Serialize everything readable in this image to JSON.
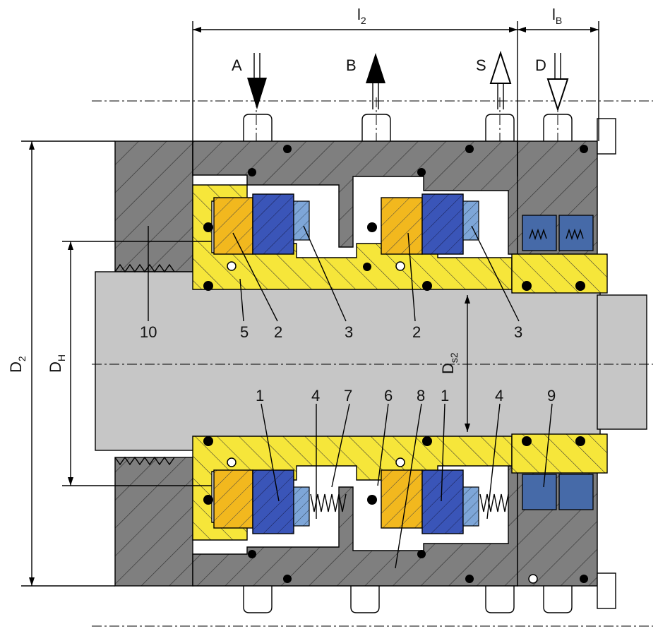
{
  "dimensions": {
    "l2": {
      "main": "l",
      "sub": "2"
    },
    "lB": {
      "main": "l",
      "sub": "B"
    },
    "D2": {
      "main": "D",
      "sub": "2"
    },
    "DH": {
      "main": "D",
      "sub": "H"
    },
    "Ds2": {
      "main": "D",
      "sub": "s2"
    }
  },
  "ports": {
    "A": "A",
    "B": "B",
    "S": "S",
    "D": "D"
  },
  "part_numbers_top": [
    "10",
    "5",
    "2",
    "3",
    "2",
    "3"
  ],
  "part_numbers_bottom": [
    "1",
    "4",
    "7",
    "6",
    "8",
    "1",
    "4",
    "9"
  ],
  "colors": {
    "housing": "#7f7f7f",
    "shaft": "#c6c6c6",
    "sleeve": "#f6e63a",
    "seal_face": "#f2b81e",
    "counter_ring": "#3a55b8",
    "spring_insert": "#7ea6d8",
    "quench_seal": "#466aa8"
  }
}
